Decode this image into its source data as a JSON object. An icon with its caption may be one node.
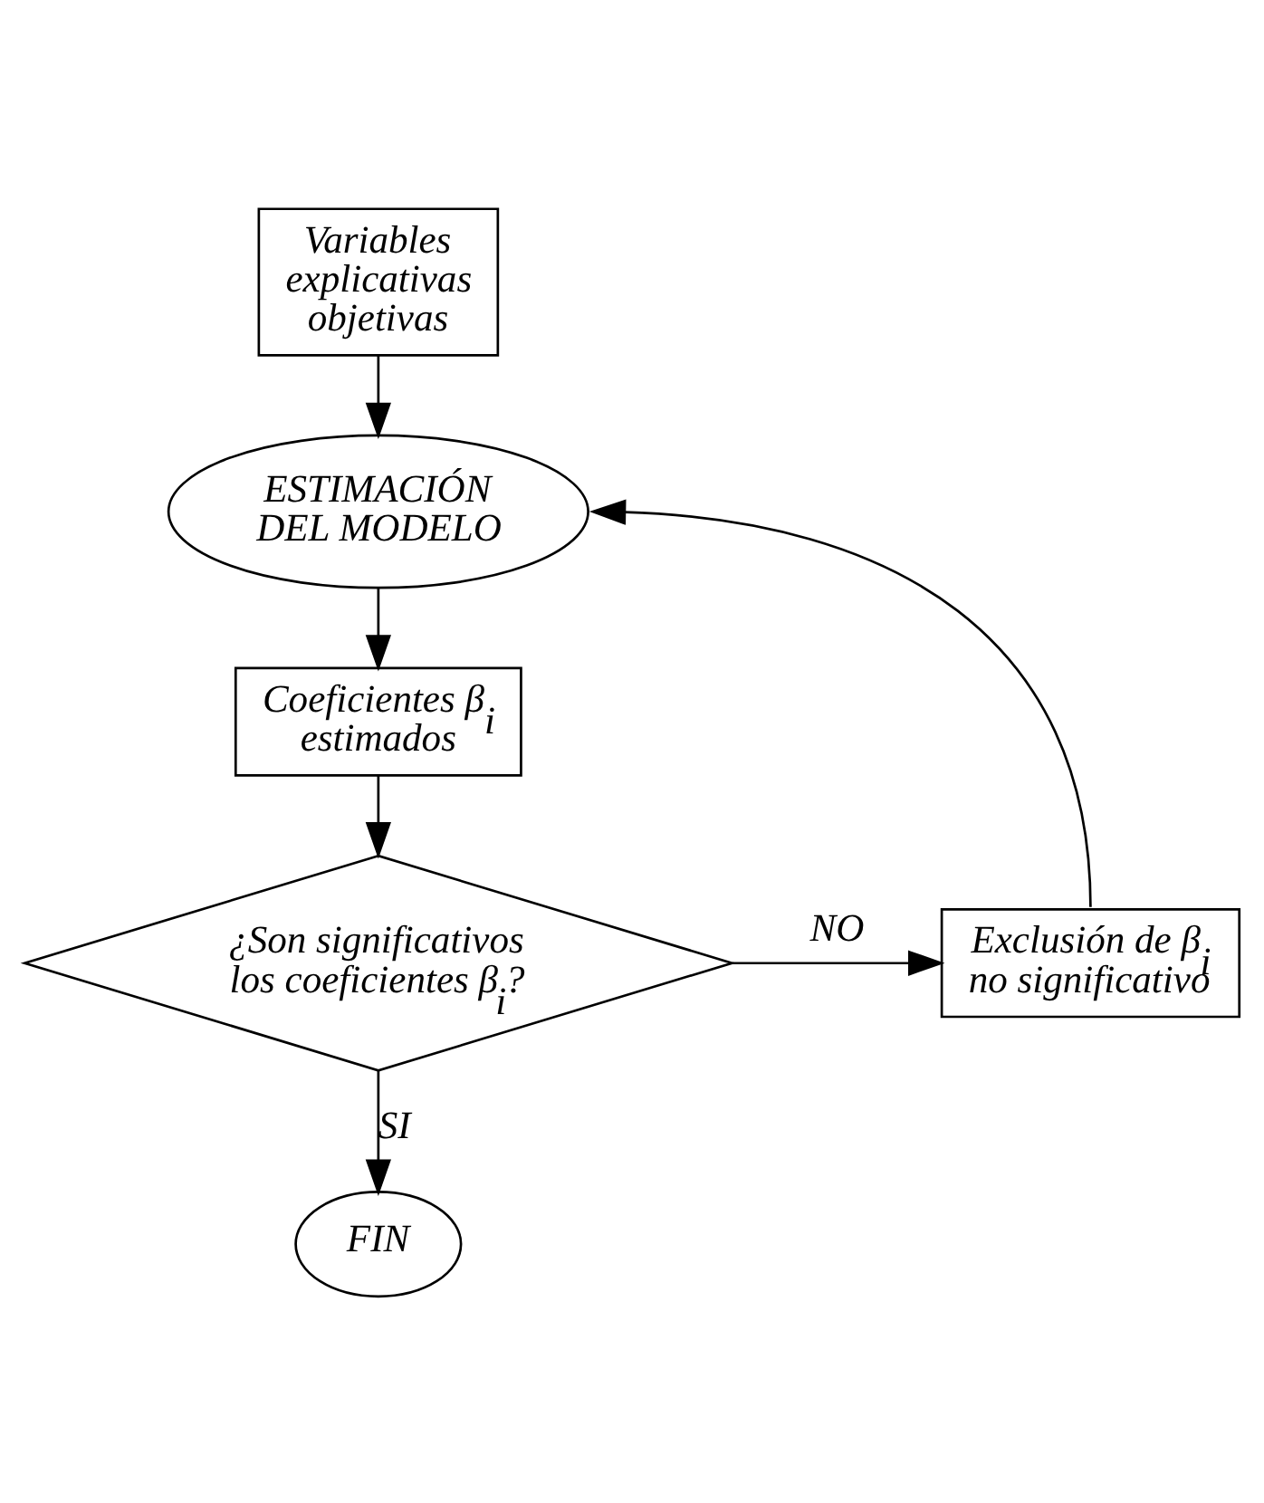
{
  "diagram": {
    "nodes": [
      {
        "text": [
          "Variables explicativas objetivas"
        ]
      },
      {
        "text": [
          "ESTIMACIÓN DEL MODELO"
        ]
      },
      {
        "text": [
          "Coeficientes β$_{i}$ estimados"
        ]
      },
      {
        "text": [
          "¿Son significativos los coeficientes β$_{i}$?"
        ]
      },
      {
        "text": [
          "Exclusión de β$_{i}$ no significativo"
        ]
      },
      {
        "text": [
          "FIN"
        ]
      }
    ],
    "edges": [
      {
        "from": 0,
        "to": 1,
        "arrow": "to"
      },
      {
        "from": 1,
        "to": 2,
        "arrow": "to"
      },
      {
        "from": 2,
        "to": 3,
        "arrow": "to"
      },
      {
        "from": 3,
        "to": 4,
        "arrow": "to",
        "label": "NO"
      },
      {
        "from": 3,
        "to": 5,
        "arrow": "to",
        "label": "SI"
      },
      {
        "from": 4,
        "to": 1,
        "arrow": "to"
      }
    ]
  }
}
